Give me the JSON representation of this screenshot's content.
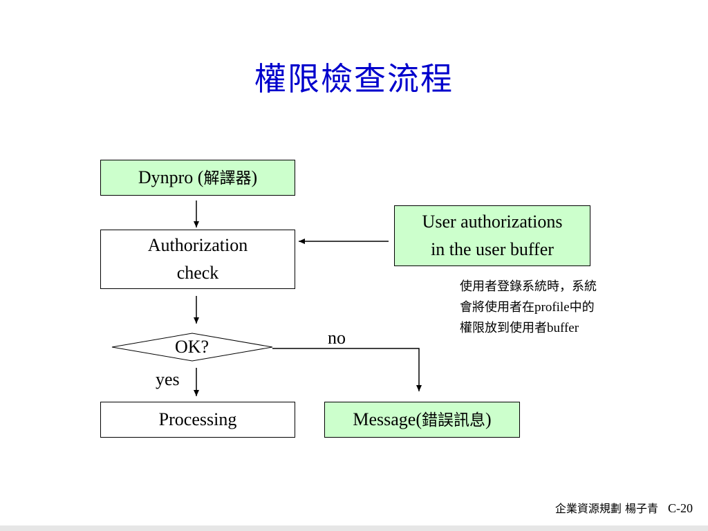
{
  "slide": {
    "title": "權限檢查流程"
  },
  "flowchart": {
    "dynpro": {
      "text": "Dynpro (",
      "cjk": "解譯器",
      "close": ")"
    },
    "auth_check": {
      "line1": "Authorization",
      "line2": "check"
    },
    "user_auth": {
      "line1": "User authorizations",
      "line2": "in the user buffer"
    },
    "decision": {
      "text": "OK?"
    },
    "label_no": "no",
    "label_yes": "yes",
    "processing": {
      "text": "Processing"
    },
    "message": {
      "text": "Message(",
      "cjk": "錯誤訊息",
      "close": ")"
    }
  },
  "note": {
    "line1": "使用者登錄系統時，系統",
    "line2_a": "會將使用者在",
    "line2_b": "profile",
    "line2_c": "中的",
    "line3_a": "權限放到使用者",
    "line3_b": "buffer"
  },
  "footer": {
    "text": "企業資源規劃 楊子青",
    "page": "C-20"
  },
  "colors": {
    "title": "#0000cc",
    "highlight_box": "#ccffcc",
    "border": "#000000"
  }
}
